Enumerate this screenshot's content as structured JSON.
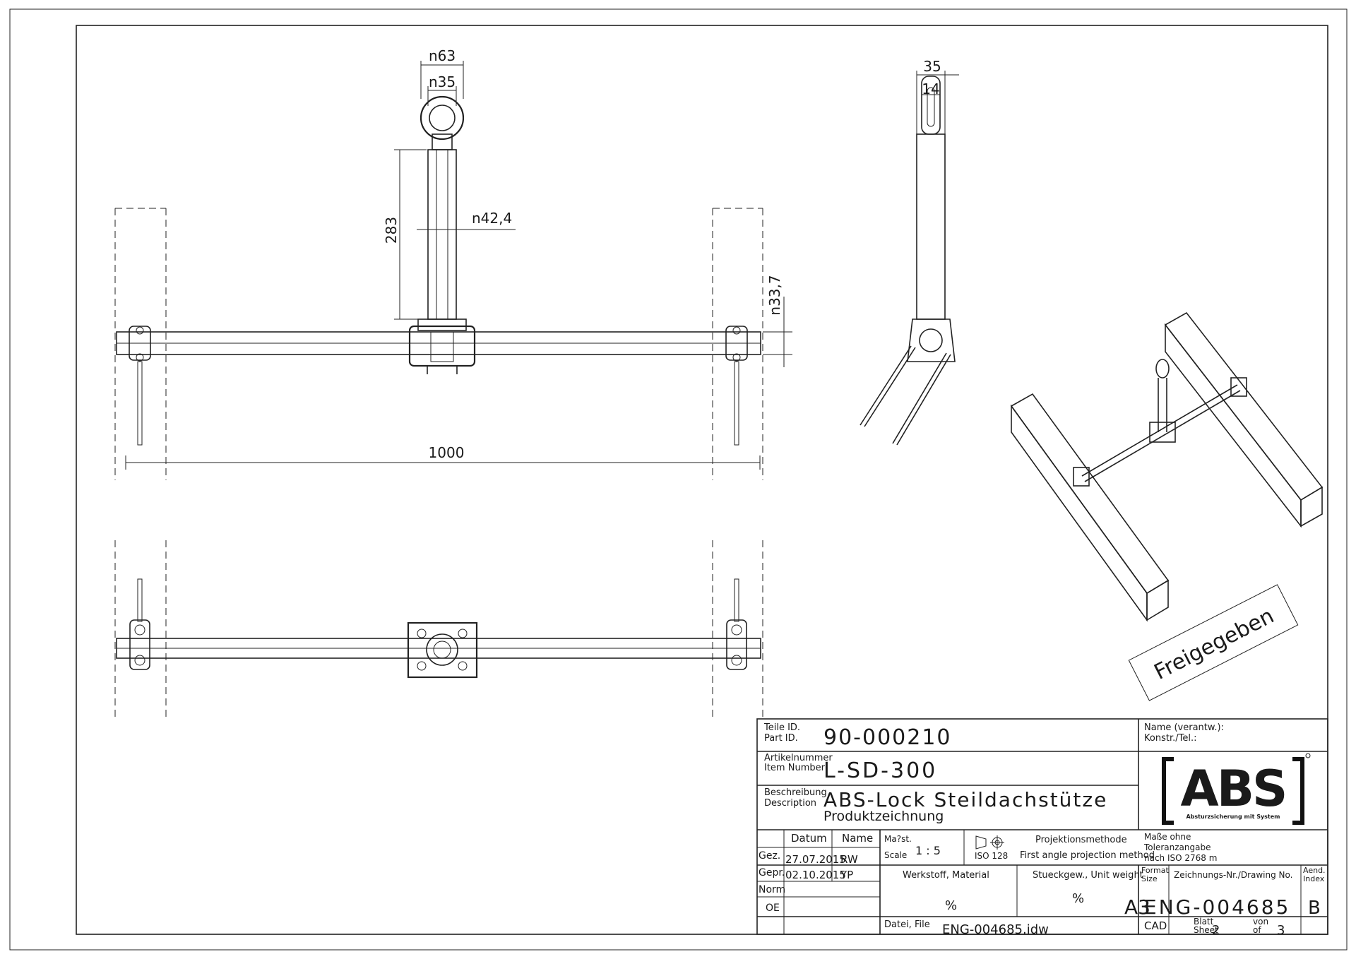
{
  "dimensions": {
    "eye_outer": "n63",
    "eye_inner": "n35",
    "post_height": "283",
    "post_diameter": "n42,4",
    "tube_diameter": "n33,7",
    "total_length": "1000",
    "side_width": "35",
    "side_inner": "14"
  },
  "stamp": "Freigegeben",
  "title_block": {
    "part_id_label_de": "Teile ID.",
    "part_id_label_en": "Part ID.",
    "part_id": "90-000210",
    "item_label_de": "Artikelnummer",
    "item_label_en": "Item Number",
    "item_number": "L-SD-300",
    "desc_label_de": "Beschreibung",
    "desc_label_en": "Description",
    "description_1": "ABS-Lock Steildachstütze",
    "description_2": "Produktzeichnung",
    "datum_label": "Datum",
    "name_label": "Name",
    "gez_label": "Gez.",
    "gez_date": "27.07.2015",
    "gez_name": "RW",
    "gepr_label": "Gepr.",
    "gepr_date": "02.10.2015",
    "gepr_name": "YP",
    "norm_label": "Norm",
    "oe_label": "OE",
    "scale_label_de": "Ma?st.",
    "scale_label_en": "Scale",
    "scale": "1 : 5",
    "projection_label": "Projektionsmethode",
    "projection_iso": "ISO 128",
    "projection_method": "First angle projection method",
    "tolerance_1": "Maße ohne",
    "tolerance_2": "Toleranzangabe",
    "tolerance_3": "nach ISO 2768 m",
    "material_label": "Werkstoff, Material",
    "material_value": "%",
    "weight_label": "Stueckgew., Unit weight",
    "weight_value": "%",
    "format_label_de": "Format",
    "format_label_en": "Size",
    "format_value": "A3",
    "drawing_no_label": "Zeichnungs-Nr./Drawing No.",
    "drawing_no": "ENG-004685",
    "revision_label_de": "Aend.",
    "revision_label_en": "Index",
    "revision": "B",
    "file_label": "Datei, File",
    "file_name": "ENG-004685.idw",
    "cad_label": "CAD",
    "sheet_label_de": "Blatt",
    "sheet_label_en": "Sheet",
    "sheet_no": "2",
    "of_label_de": "von",
    "of_label_en": "of",
    "sheet_total": "3",
    "responsible_label_1": "Name (verantw.):",
    "responsible_label_2": "Konstr./Tel.:",
    "logo_text": "ABS",
    "logo_tagline": "Absturzsicherung mit System"
  }
}
